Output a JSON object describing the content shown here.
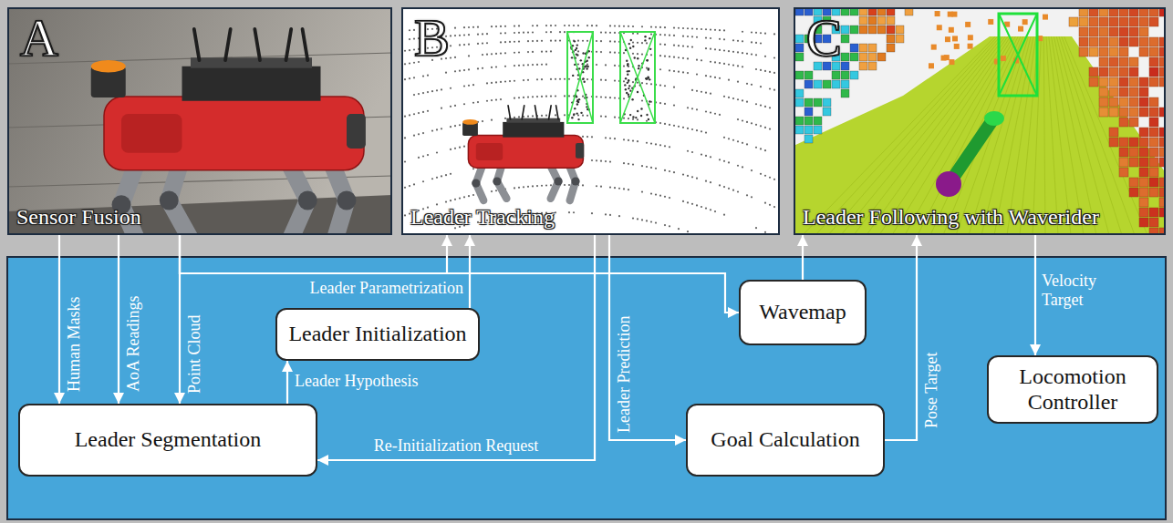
{
  "diagram": {
    "nodes": [
      {
        "text": [
          "A",
          "Sensor Fusion"
        ]
      },
      {
        "text": [
          "B",
          "Leader Tracking"
        ]
      },
      {
        "text": [
          "C",
          "Leader Following with Waverider"
        ]
      },
      {
        "text": [
          "Leader Initialization"
        ]
      },
      {
        "text": [
          "Wavemap"
        ]
      },
      {
        "text": [
          "Locomotion Controller"
        ]
      },
      {
        "text": [
          "Leader Segmentation"
        ]
      },
      {
        "text": [
          "Goal Calculation"
        ]
      }
    ],
    "edges": [
      {
        "from": 0,
        "to": 6,
        "arrow": "to",
        "label": "Human Masks"
      },
      {
        "from": 0,
        "to": 6,
        "arrow": "to",
        "label": "AoA Readings"
      },
      {
        "from": 0,
        "to": 6,
        "arrow": "to",
        "label": "Point Cloud"
      },
      {
        "from": 0,
        "to": 1,
        "arrow": "to"
      },
      {
        "from": 0,
        "to": 4,
        "arrow": "to"
      },
      {
        "from": 3,
        "to": 1,
        "arrow": "to",
        "label": "Leader Parametrization"
      },
      {
        "from": 6,
        "to": 3,
        "arrow": "to",
        "label": "Leader Hypothesis"
      },
      {
        "from": 1,
        "to": 6,
        "arrow": "to",
        "label": "Re-Initialization Request"
      },
      {
        "from": 1,
        "to": 7,
        "arrow": "to",
        "label": "Leader Prediction"
      },
      {
        "from": 4,
        "to": 2,
        "arrow": "to"
      },
      {
        "from": 7,
        "to": 2,
        "arrow": "to",
        "label": "Pose Target"
      },
      {
        "from": 2,
        "to": 5,
        "arrow": "to",
        "label": "Velocity Target"
      }
    ]
  }
}
